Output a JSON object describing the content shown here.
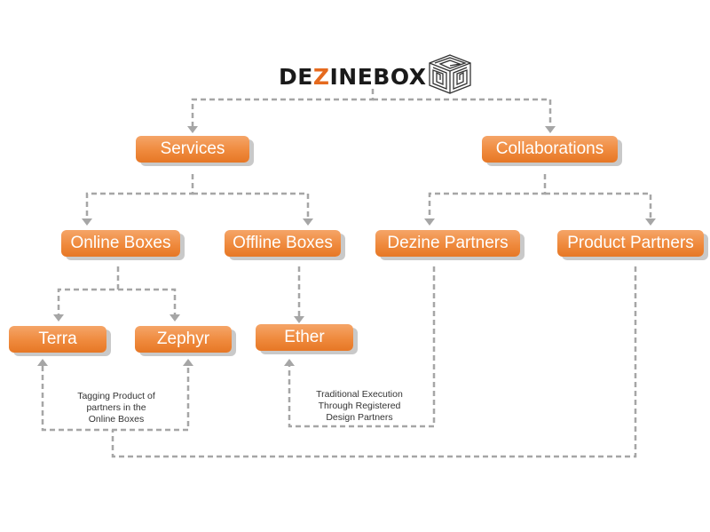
{
  "logo": {
    "text_before": "DE",
    "text_accent": "Z",
    "text_after": "INEBOX",
    "icon": "spiral-cube-icon",
    "accent_color": "#e56a1e"
  },
  "colors": {
    "node_fill": "#ef8a3d",
    "node_shadow": "#c9c9c9",
    "connector": "#a6a6a6"
  },
  "nodes": {
    "services": "Services",
    "collaborations": "Collaborations",
    "online_boxes": "Online Boxes",
    "offline_boxes": "Offline Boxes",
    "dezine_partners": "Dezine Partners",
    "product_partners": "Product Partners",
    "terra": "Terra",
    "zephyr": "Zephyr",
    "ether": "Ether"
  },
  "annotations": {
    "tagging": [
      "Tagging Product of",
      "partners in the",
      "Online Boxes"
    ],
    "traditional": [
      "Traditional Execution",
      "Through Registered",
      "Design Partners"
    ]
  }
}
